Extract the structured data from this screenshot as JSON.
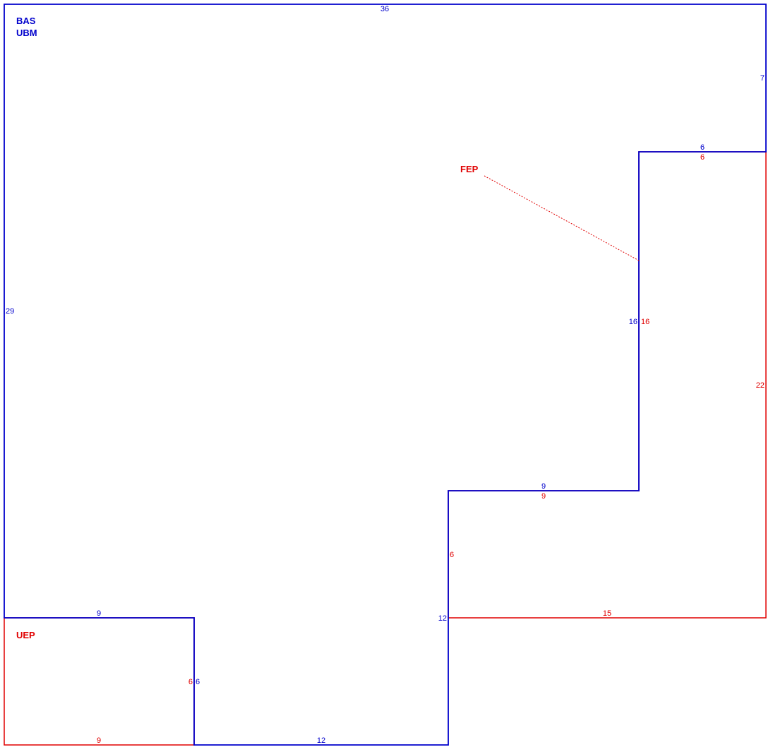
{
  "colors": {
    "bas": "#0000cc",
    "ubm": "#0000cc",
    "uep": "#e00000",
    "fep": "#e00000",
    "background": "#ffffff"
  },
  "area_labels": {
    "bas": "BAS",
    "ubm": "UBM",
    "uep": "UEP",
    "fep": "FEP"
  },
  "dimensions": {
    "bas_top": "36",
    "bas_right_upper": "7",
    "bas_step_top": "6",
    "fep_step_top": "6",
    "bas_step_vertical": "16",
    "fep_step_vertical": "16",
    "fep_right": "22",
    "bas_step_middle": "9",
    "fep_step_middle": "9",
    "fep_left": "6",
    "fep_bottom": "15",
    "bas_right_lower": "12",
    "bas_left": "29",
    "bas_notch_top": "9",
    "uep_right": "6",
    "bas_notch_right": "6",
    "uep_bottom": "9",
    "bas_bottom": "12"
  }
}
